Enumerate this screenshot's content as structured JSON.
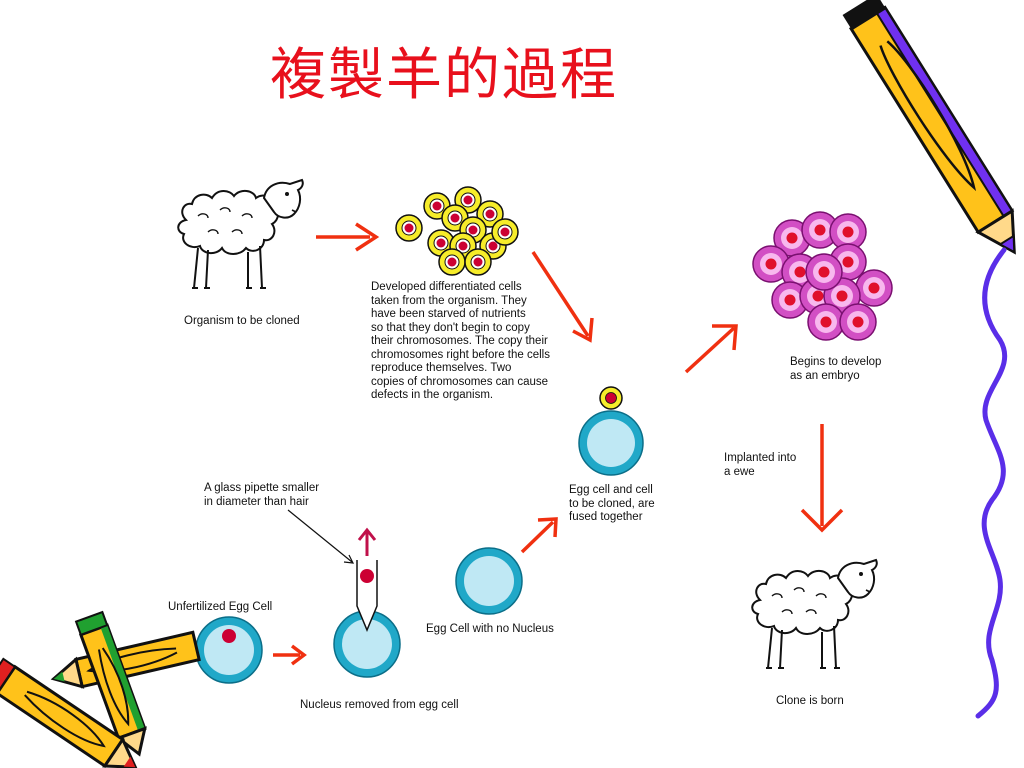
{
  "title": "複製羊的過程",
  "labels": {
    "organism": "Organism to be cloned",
    "cells": [
      "Developed differentiated cells",
      "taken from the organism.  They",
      "have been starved of nutrients",
      "so that they don't begin to copy",
      "their chromosomes.  The copy their",
      "chromosomes right before the cells",
      "reproduce themselves.  Two",
      "copies of chromosomes can cause",
      "defects in the organism."
    ],
    "embryo": [
      "Begins to develop",
      "as an embryo"
    ],
    "implanted": [
      "Implanted into",
      "a ewe"
    ],
    "fused": [
      "Egg cell and cell",
      "to be cloned, are",
      "fused together"
    ],
    "pipette": [
      "A glass pipette smaller",
      "in diameter than hair"
    ],
    "unfertilized": "Unfertilized Egg Cell",
    "no_nucleus": "Egg Cell with no Nucleus",
    "nucleus_removed": "Nucleus removed from egg cell",
    "clone": "Clone is born"
  },
  "colors": {
    "title": "#e8101c",
    "arrow": "#f03010",
    "cell_yellow": "#f6ec2a",
    "cell_red": "#cc0033",
    "egg_fill": "#bfe8f4",
    "egg_ring": "#20a8c8",
    "embryo_outer": "#d24fc4",
    "embryo_inner": "#f8b8ee",
    "embryo_dot": "#e0102c",
    "squiggle": "#5a2ee8",
    "pencil_yellow": "#ffc21a",
    "pencil_blue": "#7030f0",
    "pencil_green": "#20a030"
  },
  "icons": [
    "sheep-icon",
    "pencil-icon",
    "squiggle-line-icon",
    "arrow-icon",
    "egg-cell-icon",
    "pipette-icon"
  ]
}
